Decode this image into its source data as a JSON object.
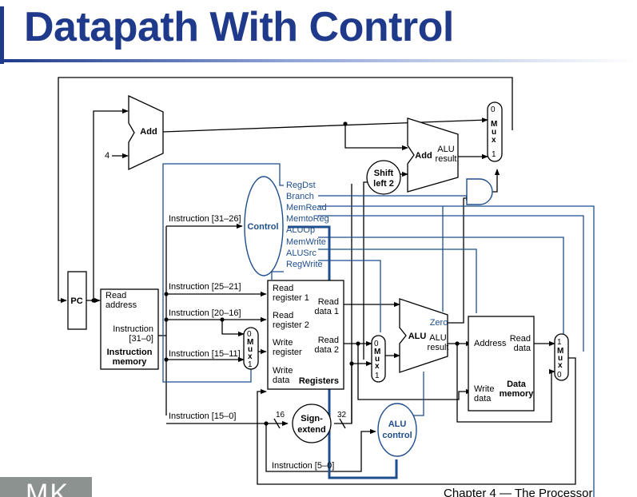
{
  "title": "Datapath With Control",
  "footer_text": "Chapter 4 — The Processor",
  "logo_text": "MK",
  "colors": {
    "title": "#1f3a8a",
    "control": "#1f4e8c",
    "wire": "#000000"
  },
  "blocks": {
    "pc": "PC",
    "add_top": "Add",
    "const_four": "4",
    "add_branch": "Add",
    "add_branch_result_1": "ALU",
    "add_branch_result_2": "result",
    "shift_1": "Shift",
    "shift_2": "left 2",
    "control": "Control",
    "mux_top": {
      "in0": "0",
      "m": "M",
      "u": "u",
      "x": "x",
      "in1": "1"
    },
    "imem": {
      "read": "Read",
      "address": "address",
      "instr": "Instruction",
      "bits": "[31–0]",
      "name1": "Instruction",
      "name2": "memory"
    },
    "reg_mux": {
      "in0": "0",
      "m": "M",
      "u": "u",
      "x": "x",
      "in1": "1"
    },
    "registers": {
      "rr1a": "Read",
      "rr1b": "register 1",
      "rr2a": "Read",
      "rr2b": "register 2",
      "wra": "Write",
      "wrb": "register",
      "wda": "Write",
      "wdb": "data",
      "rd1a": "Read",
      "rd1b": "data 1",
      "rd2a": "Read",
      "rd2b": "data 2",
      "name": "Registers"
    },
    "alu_mux": {
      "in0": "0",
      "m": "M",
      "u": "u",
      "x": "x",
      "in1": "1"
    },
    "alu": {
      "name": "ALU",
      "zero": "Zero",
      "res1": "ALU",
      "res2": "result"
    },
    "dmem": {
      "address": "Address",
      "rd1": "Read",
      "rd2": "data",
      "wd1": "Write",
      "wd2": "data",
      "name1": "Data",
      "name2": "memory"
    },
    "mem_mux": {
      "in1": "1",
      "m": "M",
      "u": "u",
      "x": "x",
      "in0": "0"
    },
    "sign_extend": {
      "l1": "Sign-",
      "l2": "extend",
      "in_bits": "16",
      "out_bits": "32"
    },
    "alu_control": {
      "l1": "ALU",
      "l2": "control"
    }
  },
  "control_signals": [
    "RegDst",
    "Branch",
    "MemRead",
    "MemtoReg",
    "ALUOp",
    "MemWrite",
    "ALUSrc",
    "RegWrite"
  ],
  "instruction_fields": {
    "op": "Instruction [31–26]",
    "rs": "Instruction [25–21]",
    "rt": "Instruction [20–16]",
    "rd": "Instruction [15–11]",
    "imm": "Instruction [15–0]",
    "funct": "Instruction [5–0]"
  }
}
